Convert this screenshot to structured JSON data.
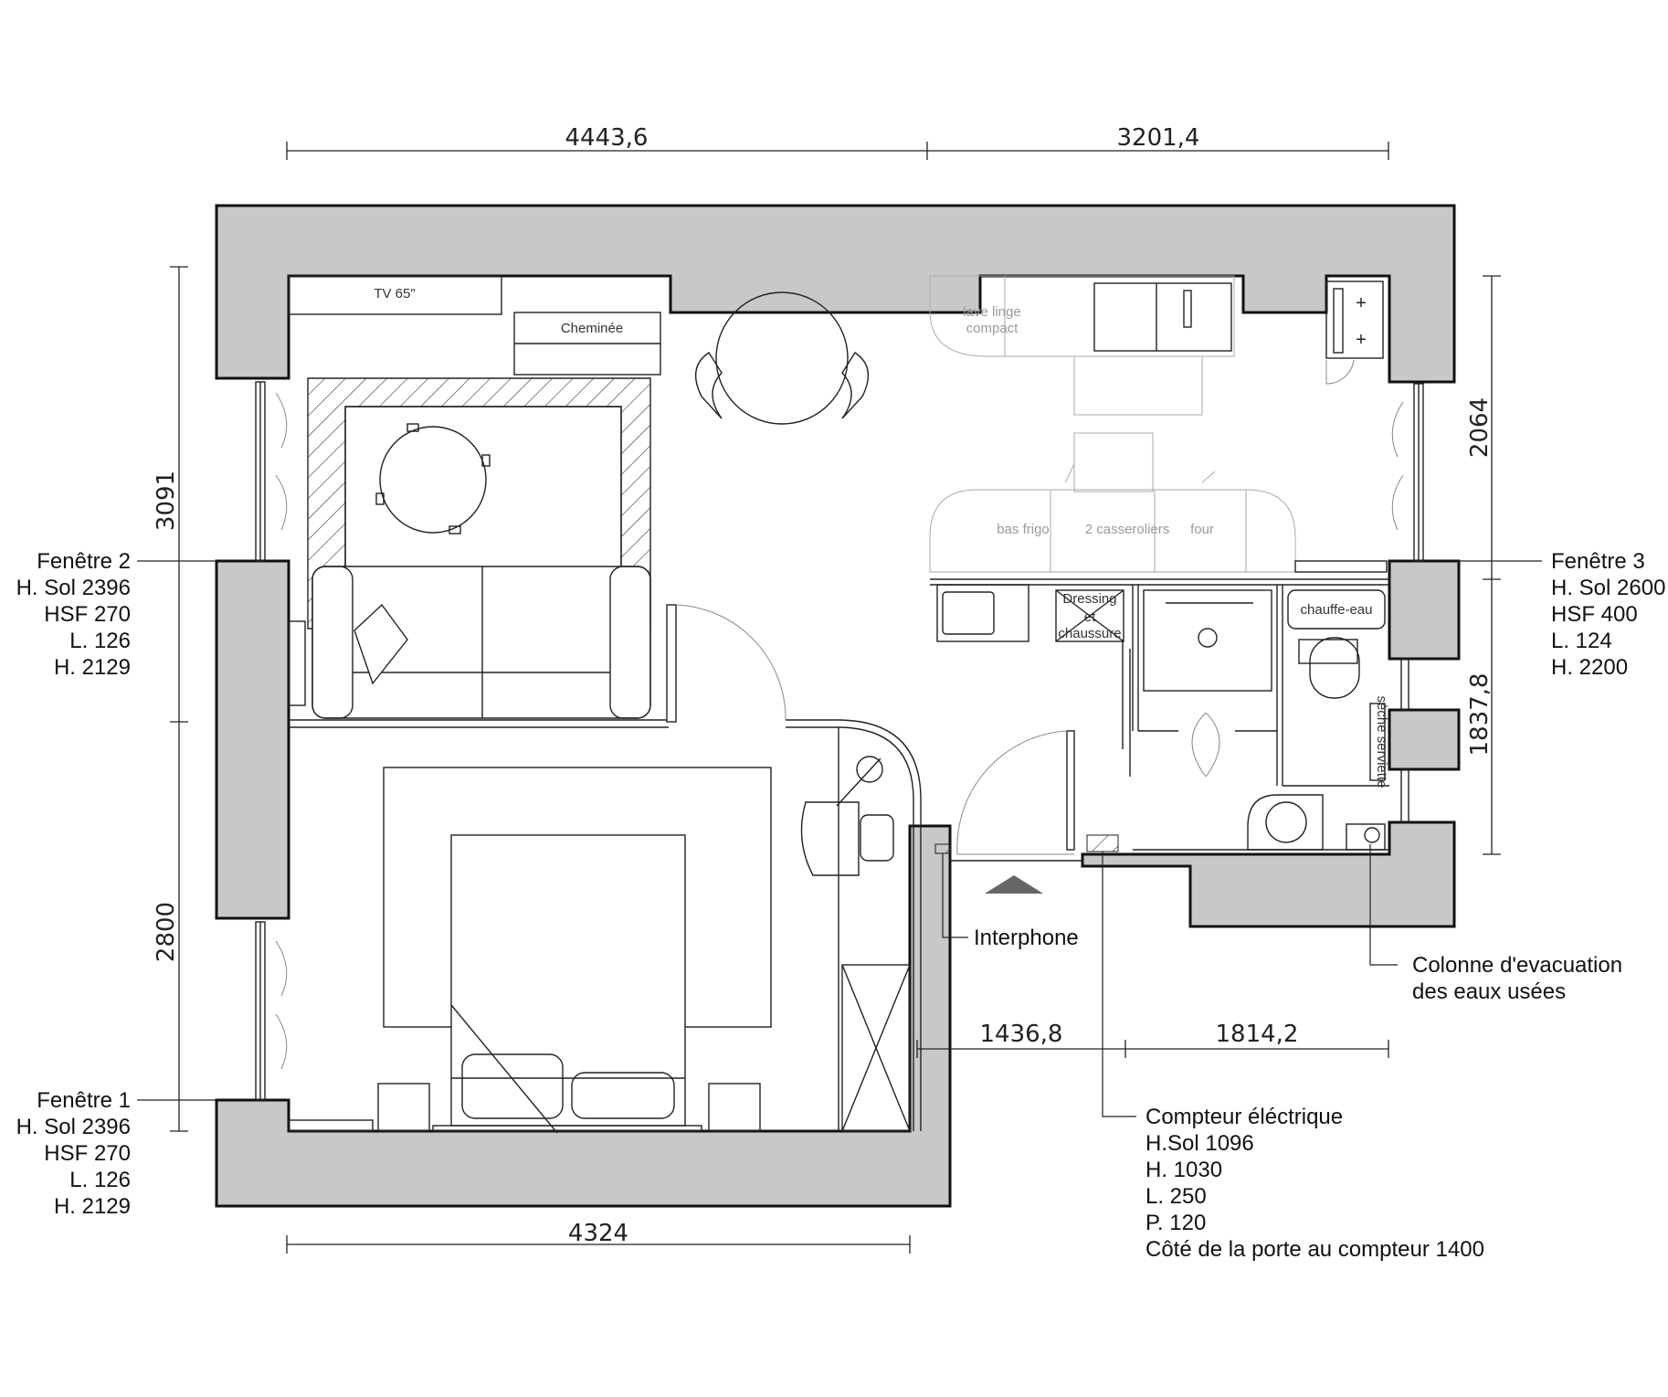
{
  "dimensions": {
    "top_left": "4443,6",
    "top_right": "3201,4",
    "left_upper": "3091",
    "left_lower": "2800",
    "right_upper": "2064",
    "right_lower": "1837,8",
    "bottom_mid_left": "1436,8",
    "bottom_mid_right": "1814,2",
    "bottom": "4324"
  },
  "furniture": {
    "tv": "TV 65\"",
    "fireplace": "Cheminée",
    "washer_line1": "lave linge",
    "washer_line2": "compact",
    "fridge": "bas frigo",
    "pan_drawers": "2 casseroliers",
    "oven": "four",
    "dressing_line1": "Dressing",
    "dressing_line2": "et",
    "dressing_line3": "chaussure",
    "water_heater": "chauffe-eau",
    "towel_dryer": "sèche serviette"
  },
  "window2": {
    "title": "Fenêtre 2",
    "lines": [
      "H. Sol 2396",
      "HSF 270",
      "L. 126",
      "H. 2129"
    ]
  },
  "window1": {
    "title": "Fenêtre 1",
    "lines": [
      "H. Sol 2396",
      "HSF 270",
      "L. 126",
      "H. 2129"
    ]
  },
  "window3": {
    "title": "Fenêtre 3",
    "lines": [
      "H. Sol 2600",
      "HSF 400",
      "L. 124",
      "H. 2200"
    ]
  },
  "intercom": "Interphone",
  "drain": {
    "line1": "Colonne d'evacuation",
    "line2": "des eaux usées"
  },
  "meter": {
    "title": "Compteur éléctrique",
    "lines": [
      "H.Sol 1096",
      "H. 1030",
      "L. 250",
      "P. 120",
      "Côté de la porte au compteur 1400"
    ]
  }
}
